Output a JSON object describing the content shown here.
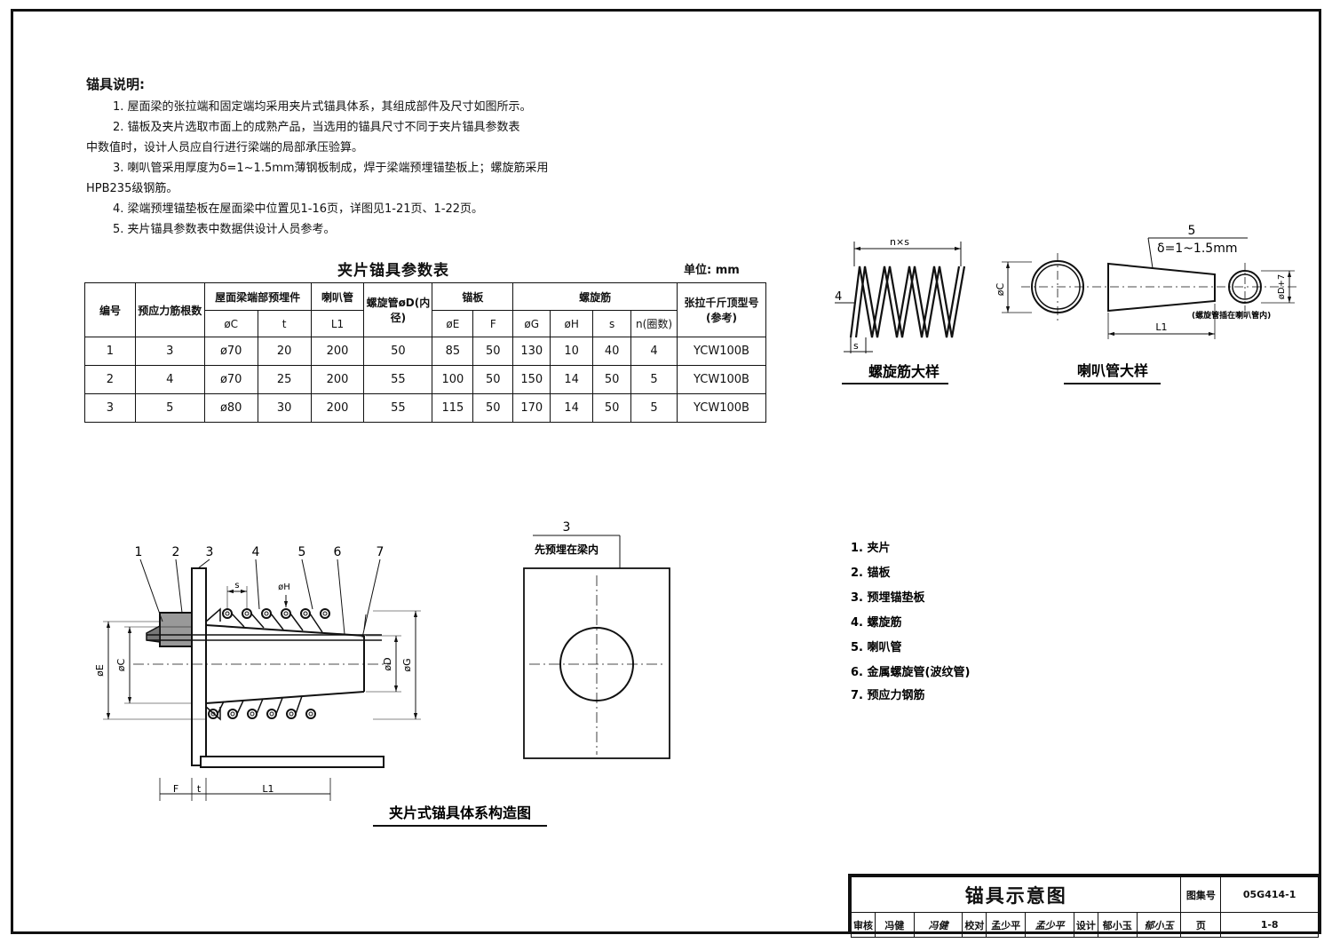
{
  "notes": {
    "heading": "锚具说明:",
    "items": [
      "1. 屋面梁的张拉端和固定端均采用夹片式锚具体系，其组成部件及尺寸如图所示。",
      "2. 锚板及夹片选取市面上的成熟产品，当选用的锚具尺寸不同于夹片锚具参数表",
      "中数值时，设计人员应自行进行梁端的局部承压验算。",
      "3. 喇叭管采用厚度为δ=1~1.5mm薄钢板制成，焊于梁端预埋锚垫板上；螺旋筋采用",
      "HPB235级钢筋。",
      "4. 梁端预埋锚垫板在屋面梁中位置见1-16页，详图见1-21页、1-22页。",
      "5. 夹片锚具参数表中数据供设计人员参考。"
    ]
  },
  "table": {
    "title": "夹片锚具参数表",
    "unit": "单位: mm",
    "group_headers": [
      "编号",
      "预应力筋根数",
      "屋面梁端部预埋件",
      "喇叭管",
      "螺旋管øD(内径)",
      "锚板",
      "螺旋筋",
      "张拉千斤顶型号(参考)"
    ],
    "sub_headers": [
      "øC",
      "t",
      "L1",
      "øE",
      "F",
      "øG",
      "øH",
      "s",
      "n(圈数)"
    ],
    "rows": [
      [
        "1",
        "3",
        "ø70",
        "20",
        "200",
        "50",
        "85",
        "50",
        "130",
        "10",
        "40",
        "4",
        "YCW100B"
      ],
      [
        "2",
        "4",
        "ø70",
        "25",
        "200",
        "55",
        "100",
        "50",
        "150",
        "14",
        "50",
        "5",
        "YCW100B"
      ],
      [
        "3",
        "5",
        "ø80",
        "30",
        "200",
        "55",
        "115",
        "50",
        "170",
        "14",
        "50",
        "5",
        "YCW100B"
      ]
    ]
  },
  "spiral_detail": {
    "caption": "螺旋筋大样",
    "dim_top": "n×s",
    "dim_left": "4",
    "dim_bottom": "s"
  },
  "trumpet_detail": {
    "caption": "喇叭管大样",
    "label_num": "5",
    "label_thickness": "δ=1~1.5mm",
    "dim_left": "øC",
    "dim_right": "øD+7",
    "dim_bottom": "L1",
    "note": "(螺旋管插在喇叭管内)"
  },
  "system_drawing": {
    "caption": "夹片式锚具体系构造图",
    "callouts": [
      "1",
      "2",
      "3",
      "4",
      "5",
      "6",
      "7"
    ],
    "dim_s": "s",
    "dim_h": "øH",
    "dim_e": "øE",
    "dim_c": "øC",
    "dim_d": "øD",
    "dim_g": "øG",
    "dim_f": "F",
    "dim_t": "t",
    "dim_l1": "L1"
  },
  "plate_detail": {
    "label_num": "3",
    "label_text": "先预埋在梁内"
  },
  "legend": [
    "1. 夹片",
    "2. 锚板",
    "3. 预埋锚垫板",
    "4. 螺旋筋",
    "5. 喇叭管",
    "6. 金属螺旋管(波纹管)",
    "7. 预应力钢筋"
  ],
  "title_block": {
    "title": "锚具示意图",
    "atlas_label": "图集号",
    "atlas_no": "05G414-1",
    "review_label": "审核",
    "review_name": "冯健",
    "review_sig": "冯健",
    "check_label": "校对",
    "check_name": "孟少平",
    "check_sig": "孟少平",
    "design_label": "设计",
    "design_name": "郁小玉",
    "design_sig": "郁小玉",
    "page_label": "页",
    "page_no": "1-8"
  }
}
